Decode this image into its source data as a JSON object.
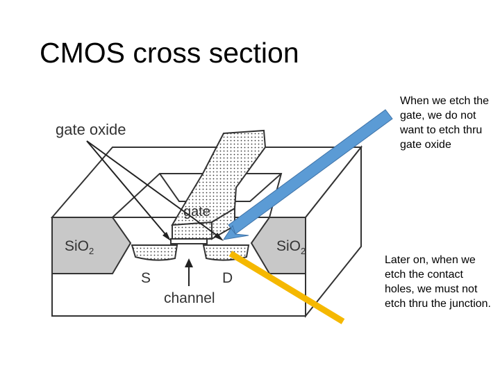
{
  "slide": {
    "title": "CMOS cross section",
    "note_top": "When we etch the gate, we do not want to etch thru gate oxide",
    "note_bottom": "Later on, when we etch the contact holes, we must not etch thru the junction."
  },
  "diagram": {
    "labels": {
      "gate_oxide": "gate oxide",
      "gate": "gate",
      "sio2": "SiO",
      "sio2_sub": "2",
      "source": "S",
      "drain": "D",
      "channel": "channel"
    },
    "arrow_colors": {
      "blue": "#5b9bd5",
      "gold": "#f5b800"
    }
  }
}
